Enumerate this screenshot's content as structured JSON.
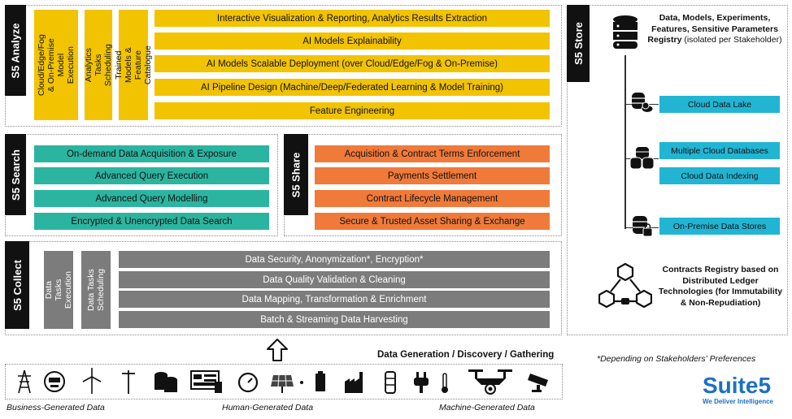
{
  "analyze": {
    "tab": "S5 Analyze",
    "vertical": [
      "Cloud/Edge/Fog & On-Premise Model Execution",
      "Analytics Tasks Scheduling",
      "Trained Models & Feature Catalogue"
    ],
    "bars": [
      "Interactive Visualization & Reporting, Analytics Results Extraction",
      "AI Models Explainability",
      "AI Models Scalable Deployment (over Cloud/Edge/Fog & On-Premise)",
      "AI Pipeline Design (Machine/Deep/Federated Learning & Model Training)",
      "Feature Engineering"
    ]
  },
  "search": {
    "tab": "S5 Search",
    "bars": [
      "On-demand Data Acquisition & Exposure",
      "Advanced Query Execution",
      "Advanced Query Modelling",
      "Encrypted & Unencrypted Data Search"
    ]
  },
  "share": {
    "tab": "S5 Share",
    "bars": [
      "Acquisition & Contract Terms Enforcement",
      "Payments Settlement",
      "Contract Lifecycle Management",
      "Secure & Trusted Asset Sharing & Exchange"
    ]
  },
  "collect": {
    "tab": "S5 Collect",
    "vertical": [
      "Data Tasks Execution",
      "Data Tasks Scheduling"
    ],
    "bars": [
      "Data Security, Anonymization*, Encryption*",
      "Data Quality Validation & Cleaning",
      "Data Mapping, Transformation & Enrichment",
      "Batch & Streaming Data Harvesting"
    ]
  },
  "store": {
    "tab": "S5 Store",
    "registry_lines": [
      "Data, Models, Experiments,",
      "Features, Sensitive Parameters",
      "Registry"
    ],
    "registry_note": " (isolated per Stakeholder)",
    "items": [
      "Cloud Data Lake",
      "Multiple Cloud Databases",
      "Cloud  Data Indexing",
      "On-Premise Data Stores"
    ],
    "contracts": "Contracts Registry based on Distributed Ledger Technologies",
    "contracts_note": " (for Immutability & Non-Repudiation)"
  },
  "footnote": "*Depending on Stakeholders' Preferences",
  "generation": "Data Generation / Discovery / Gathering",
  "sources": [
    "Business-Generated Data",
    "Human-Generated Data",
    "Machine-Generated Data"
  ],
  "brand": {
    "name": "Suite5",
    "tagline": "We Deliver Intelligence"
  },
  "colors": {
    "yellow": "#f2c300",
    "teal": "#2bb5a1",
    "orange": "#f07a3a",
    "gray": "#7c7c7c",
    "cyan": "#22b5d3",
    "brand": "#1e6fc4"
  }
}
